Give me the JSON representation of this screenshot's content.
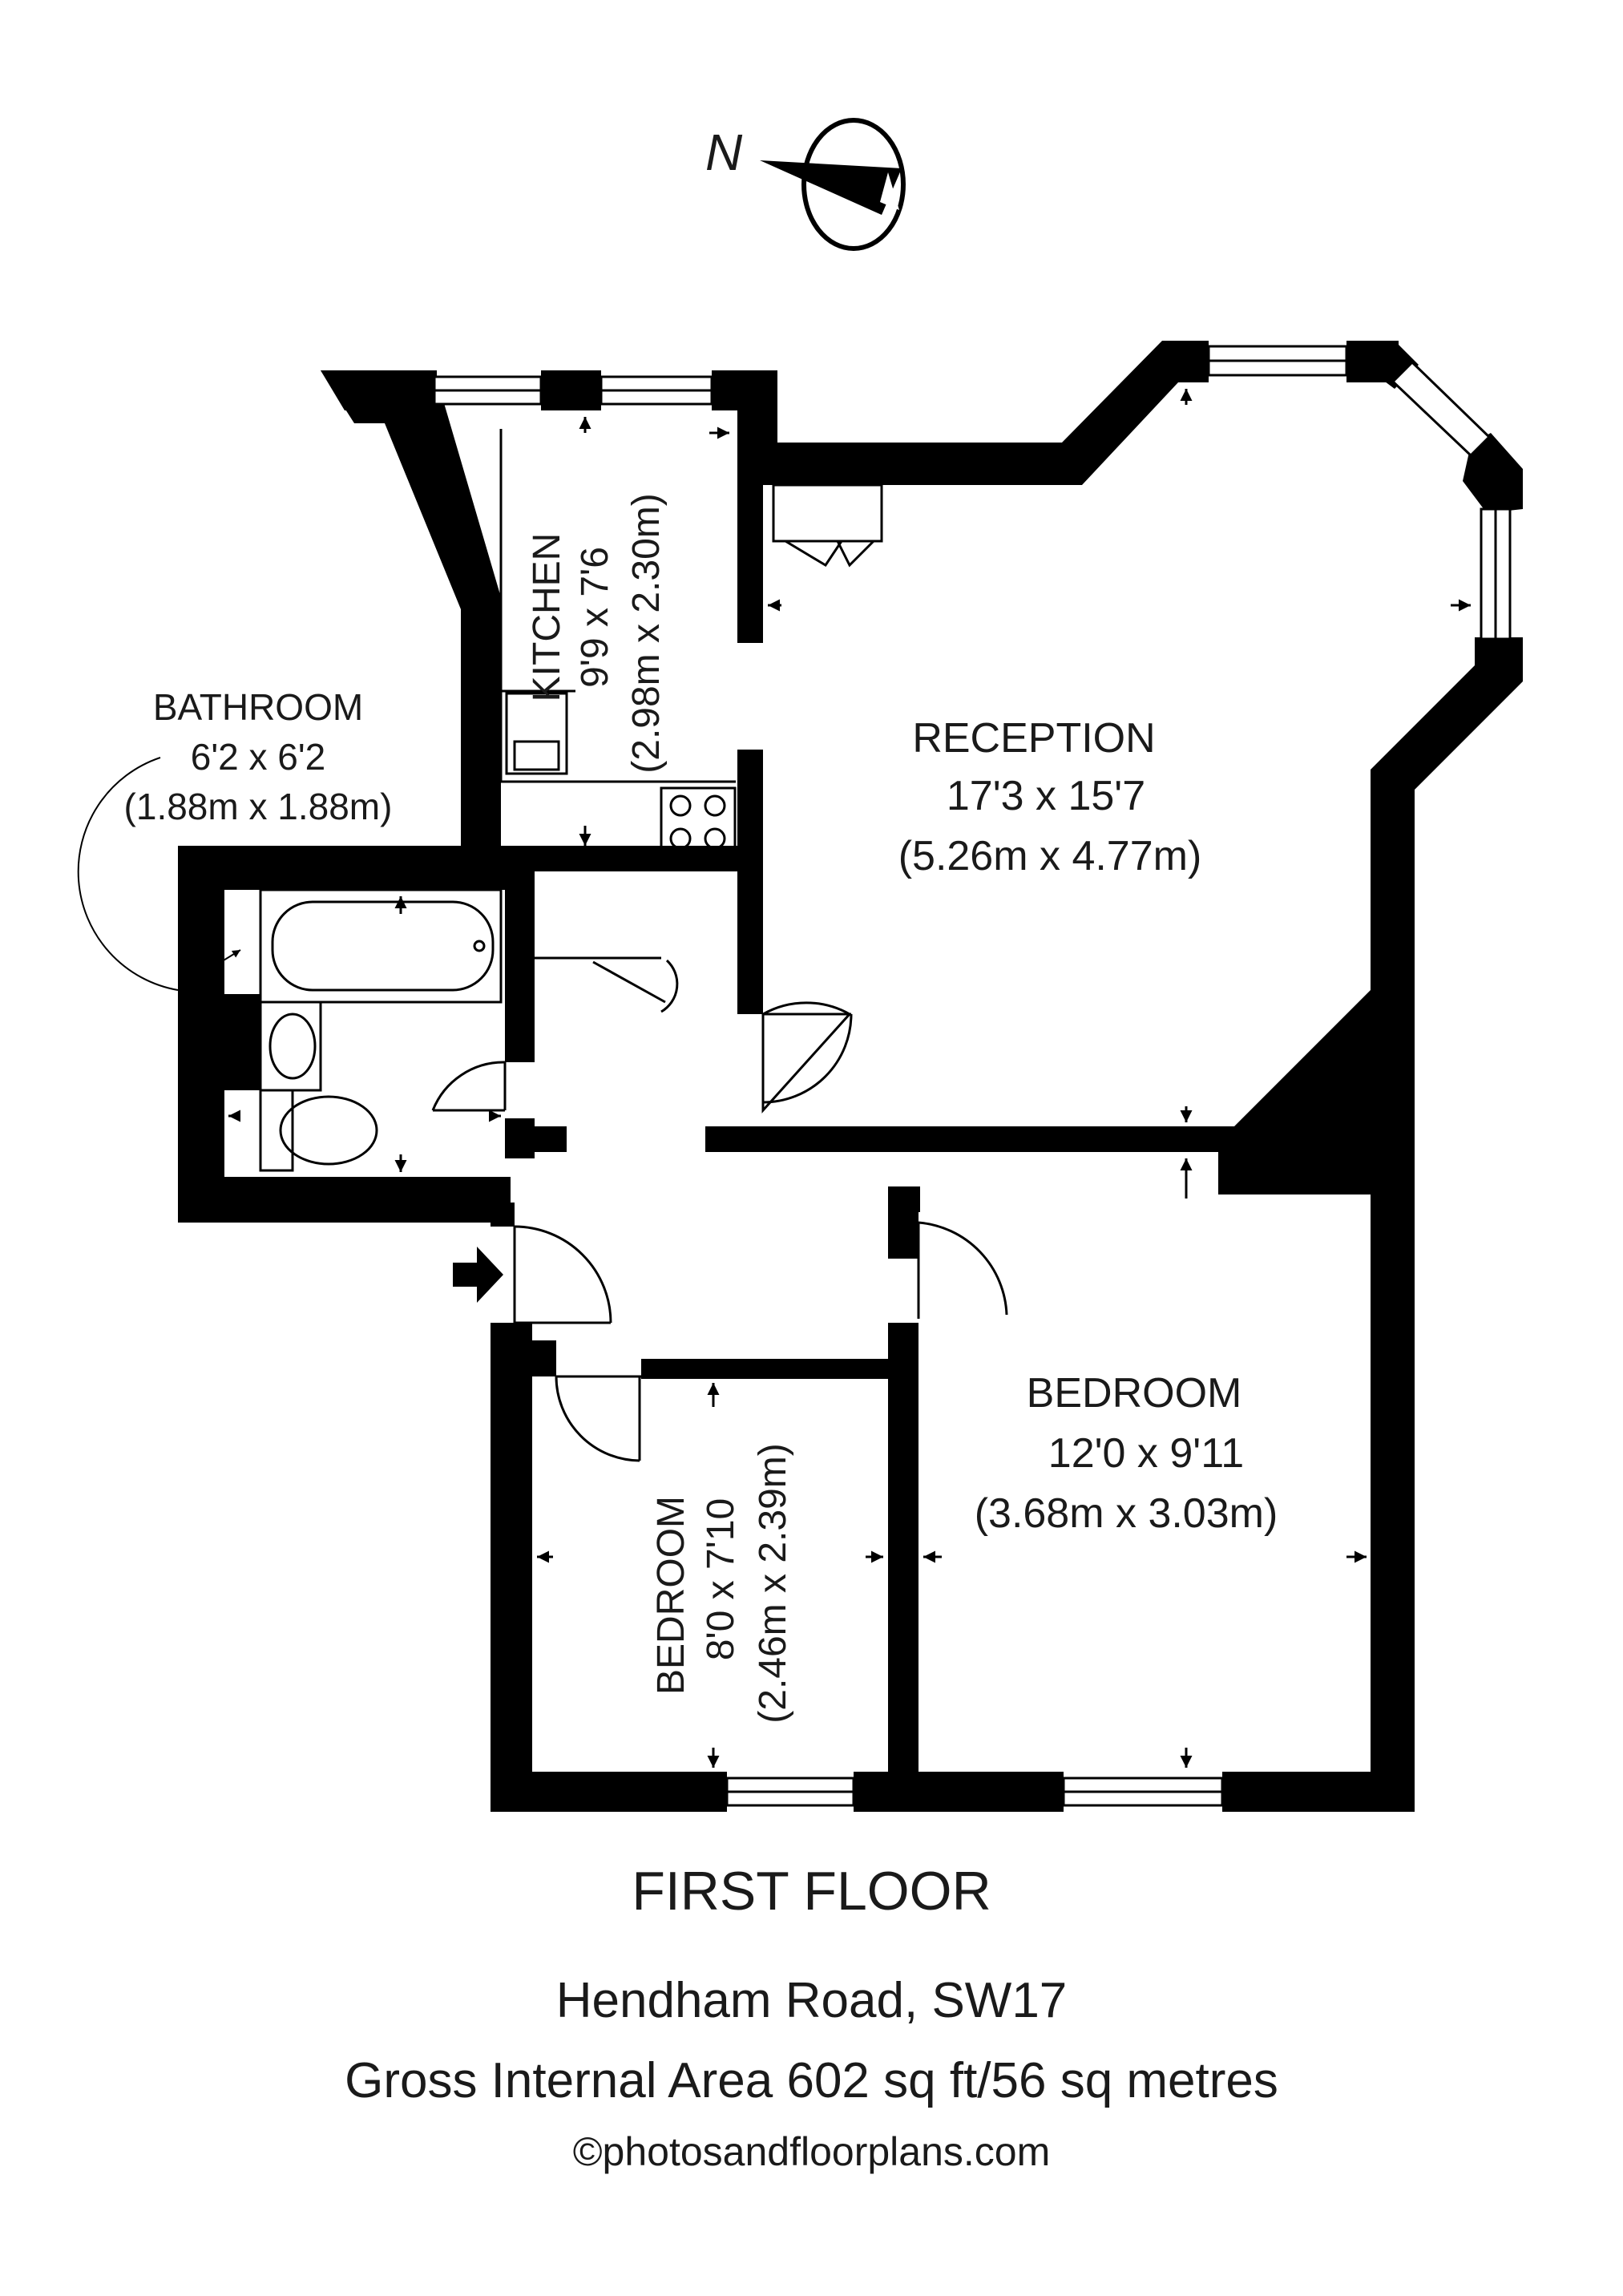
{
  "compass": {
    "letter": "N"
  },
  "rooms": {
    "kitchen": {
      "name": "KITCHEN",
      "dims": "9'9 x 7'6",
      "metric": "(2.98m x 2.30m)"
    },
    "bathroom": {
      "name": "BATHROOM",
      "dims": "6'2 x 6'2",
      "metric": "(1.88m x 1.88m)"
    },
    "reception": {
      "name": "RECEPTION",
      "dims": "17'3 x 15'7",
      "metric": "(5.26m x 4.77m)"
    },
    "bedroom_large": {
      "name": "BEDROOM",
      "dims": "12'0 x 9'11",
      "metric": "(3.68m x 3.03m)"
    },
    "bedroom_small": {
      "name": "BEDROOM",
      "dims": "8'0 x 7'10",
      "metric": "(2.46m x 2.39m)"
    }
  },
  "floor_title": "FIRST FLOOR",
  "address": "Hendham Road, SW17",
  "area_text": "Gross Internal Area 602 sq ft/56 sq metres",
  "credit": "©photosandfloorplans.com",
  "colors": {
    "wall": "#000000",
    "background": "#ffffff",
    "text": "#1a1a1a"
  }
}
